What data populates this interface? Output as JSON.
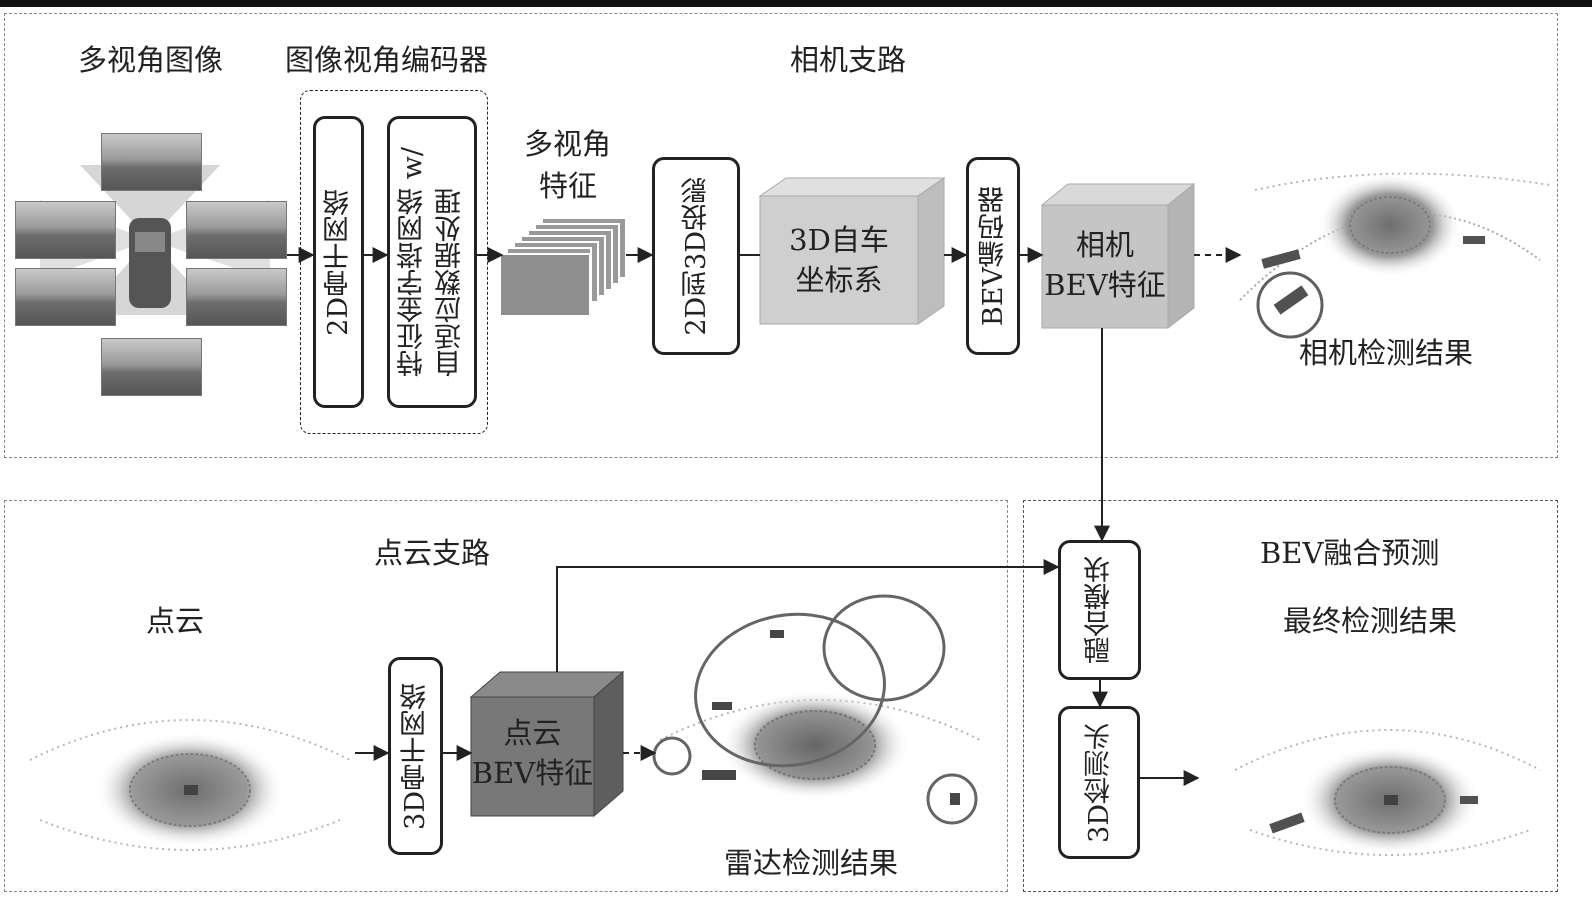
{
  "labels": {
    "multi_view_images": "多视角图像",
    "image_view_encoder": "图像视角编码器",
    "camera_branch": "相机支路",
    "multi_view_features_line1": "多视角",
    "multi_view_features_line2": "特征",
    "camera_detection_result": "相机检测结果",
    "point_cloud_branch": "点云支路",
    "point_cloud": "点云",
    "radar_detection_result": "雷达检测结果",
    "bev_fusion_prediction": "BEV融合预测",
    "final_detection_result": "最终检测结果"
  },
  "boxes": {
    "backbone_2d": "2D骨干网络",
    "fpn_line1": "特征金字塔网络 w/",
    "fpn_line2": "自适应数据处理",
    "projection_2d_3d": "2D到3D投影",
    "bev_encoder": "BEV编码器",
    "backbone_3d": "3D骨干网络",
    "fusion_module": "融合模块",
    "detection_head_3d": "3D检测头"
  },
  "cubes": {
    "ego_coord_line1": "3D自车",
    "ego_coord_line2": "坐标系",
    "camera_bev_line1": "相机",
    "camera_bev_line2": "BEV特征",
    "pointcloud_bev_line1": "点云",
    "pointcloud_bev_line2": "BEV特征"
  }
}
